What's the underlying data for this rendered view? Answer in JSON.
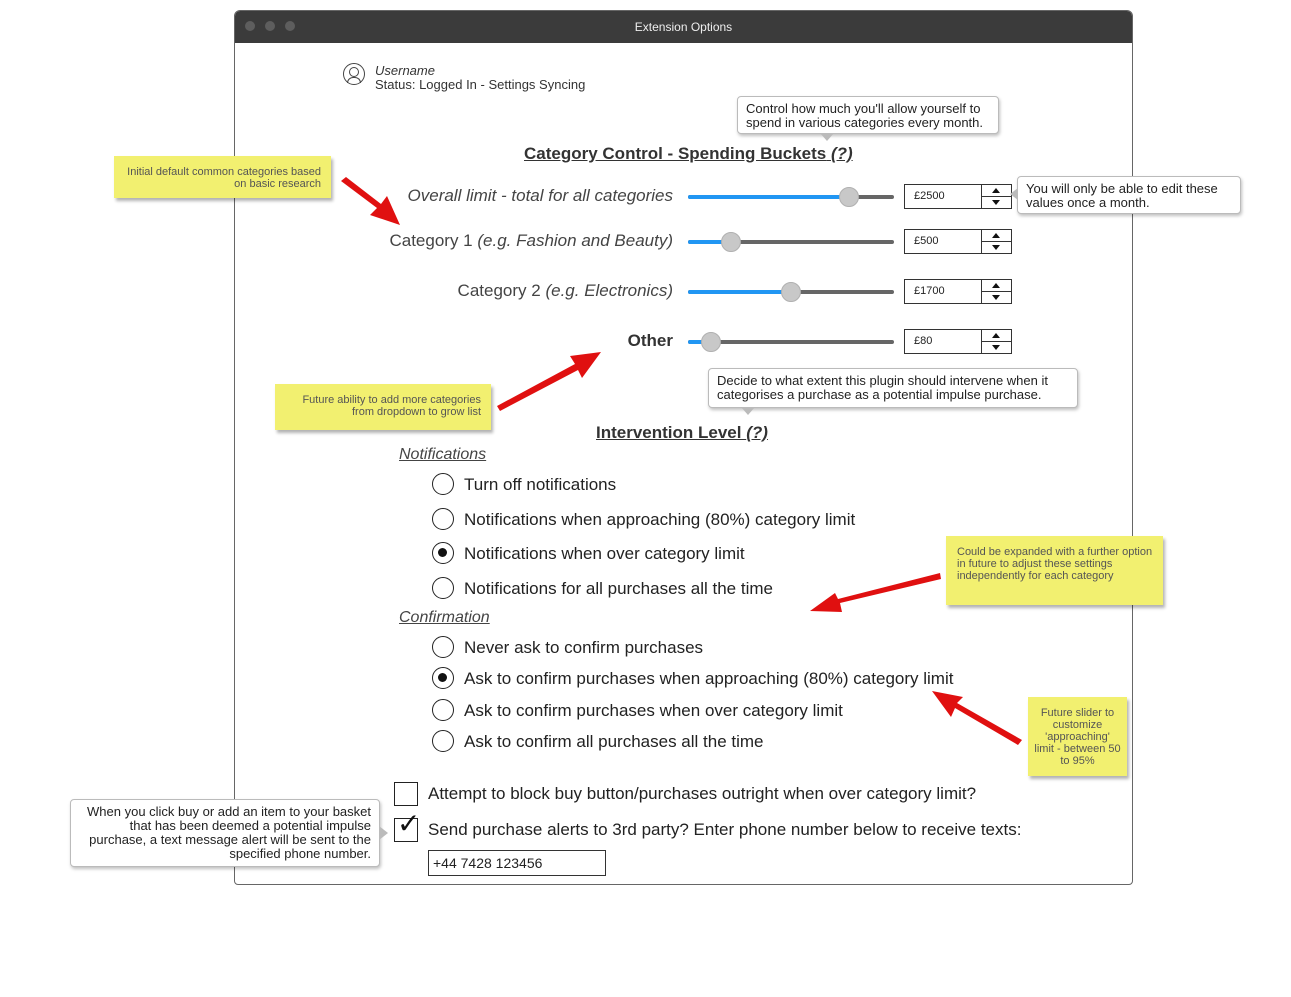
{
  "window": {
    "title": "Extension Options"
  },
  "user": {
    "name": "Username",
    "status": "Status: Logged In - Settings Syncing",
    "icon": "user-icon"
  },
  "category_control": {
    "heading": "Category Control - Spending Buckets",
    "help": "(?)",
    "tooltip": "Control how much you'll allow yourself to spend in various categories every month.",
    "rows": [
      {
        "label": "Overall limit - total for all categories",
        "label_note": "",
        "value": "£2500",
        "level": 0.78
      },
      {
        "label": "Category 1",
        "label_note": "(e.g. Fashion and Beauty)",
        "value": "£500",
        "level": 0.21
      },
      {
        "label": "Category 2",
        "label_note": "(e.g. Electronics)",
        "value": "£1700",
        "level": 0.5
      },
      {
        "label": "Other",
        "label_note": "",
        "value": "£80",
        "level": 0.11
      }
    ],
    "edit_tooltip": "You will only be able to edit these values once a month."
  },
  "intervention": {
    "heading": "Intervention Level",
    "help": "(?)",
    "tooltip": "Decide to what extent this plugin should intervene when it categorises a purchase as a potential impulse purchase.",
    "notifications": {
      "title": "Notifications",
      "options": [
        {
          "label": "Turn off notifications",
          "selected": false
        },
        {
          "label": "Notifications when approaching (80%) category limit",
          "selected": false
        },
        {
          "label": "Notifications when over category limit",
          "selected": true
        },
        {
          "label": "Notifications for all purchases all the time",
          "selected": false
        }
      ]
    },
    "confirmation": {
      "title": "Confirmation",
      "options": [
        {
          "label": "Never ask to confirm purchases",
          "selected": false
        },
        {
          "label": "Ask to confirm purchases when approaching (80%) category limit",
          "selected": true
        },
        {
          "label": "Ask to confirm purchases when over category limit",
          "selected": false
        },
        {
          "label": "Ask to confirm all purchases all the time",
          "selected": false
        }
      ]
    },
    "block_label": "Attempt to block buy button/purchases outright when over category limit?",
    "block_checked": false,
    "alerts_label": "Send purchase alerts to 3rd party? Enter phone number below to receive texts:",
    "alerts_checked": true,
    "phone": "+44 7428 123456",
    "alerts_tooltip": "When you click buy or add an item to your basket that has been deemed a potential impulse purchase, a text message alert will be sent to the specified phone number."
  },
  "notes": {
    "default_categories": "Initial default common categories based on basic research",
    "more_categories": "Future ability to add more categories from dropdown to grow list",
    "expand_options": "Could be expanded with a further option in future to adjust these settings independently for each category",
    "future_slider": "Future slider to customize 'approaching' limit - between 50 to 95%"
  },
  "colors": {
    "slider_fill": "#2196f3",
    "sticky": "#f2f070",
    "arrow": "#e01010",
    "titlebar": "#3b3b3b"
  }
}
